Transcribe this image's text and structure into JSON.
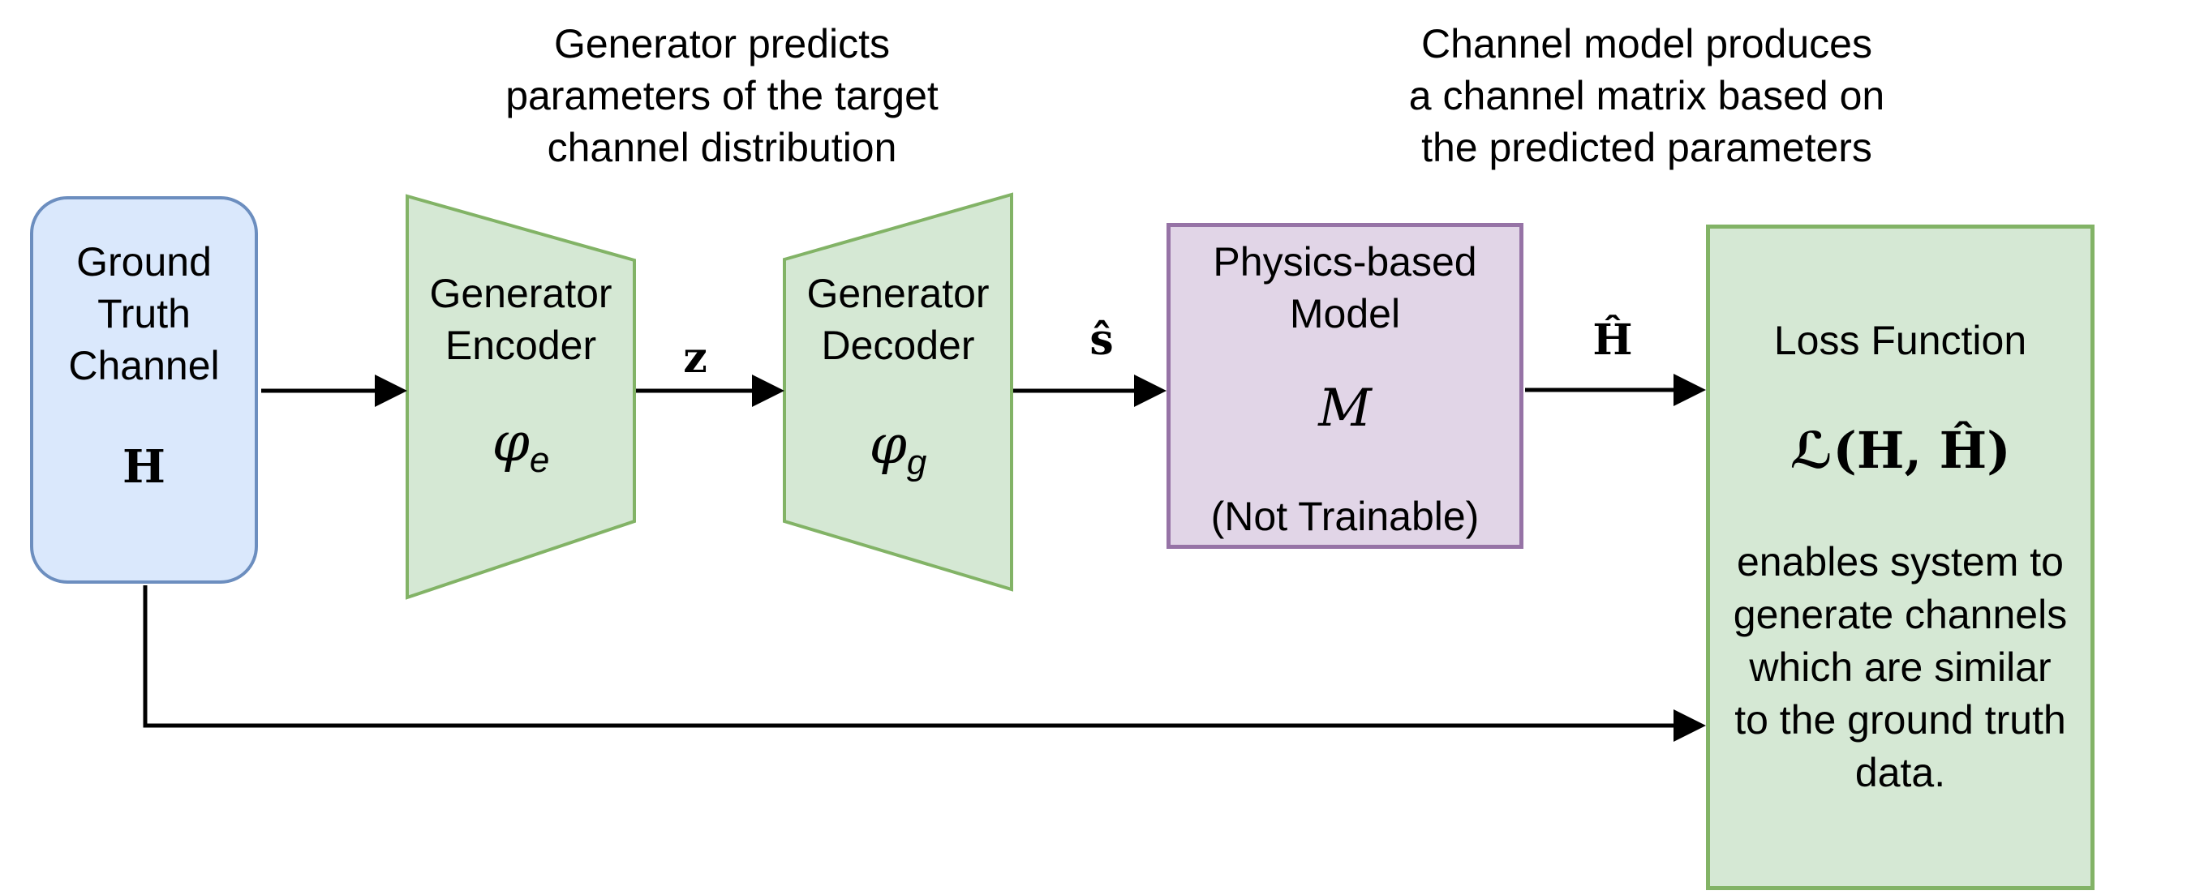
{
  "colors": {
    "background": "#ffffff",
    "text": "#000000",
    "line": "#000000",
    "node_blue_fill": "#dae8fc",
    "node_blue_stroke": "#6c8ebf",
    "node_green_fill": "#d5e8d4",
    "node_green_stroke": "#82b366",
    "node_purple_fill": "#e1d5e7",
    "node_purple_stroke": "#9673a6"
  },
  "annotations": {
    "generator": "Generator predicts\nparameters of the target\nchannel distribution",
    "channel_model": "Channel model produces\na channel matrix based on\nthe predicted parameters"
  },
  "nodes": {
    "ground_truth": {
      "label": "Ground\nTruth\nChannel",
      "symbol": "H"
    },
    "encoder": {
      "label": "Generator\nEncoder",
      "symbol": "φ",
      "symbol_sub": "e"
    },
    "decoder": {
      "label": "Generator\nDecoder",
      "symbol": "φ",
      "symbol_sub": "g"
    },
    "physics": {
      "label": "Physics-based\nModel",
      "symbol": "M",
      "note": "(Not Trainable)"
    },
    "loss": {
      "title": "Loss Function",
      "formula": "ℒ(H, Ĥ)",
      "description": "enables system to\ngenerate channels\nwhich are similar\nto the ground truth\ndata."
    }
  },
  "edge_labels": {
    "latent": "z",
    "predicted_params": "ŝ",
    "predicted_channel": "Ĥ"
  }
}
